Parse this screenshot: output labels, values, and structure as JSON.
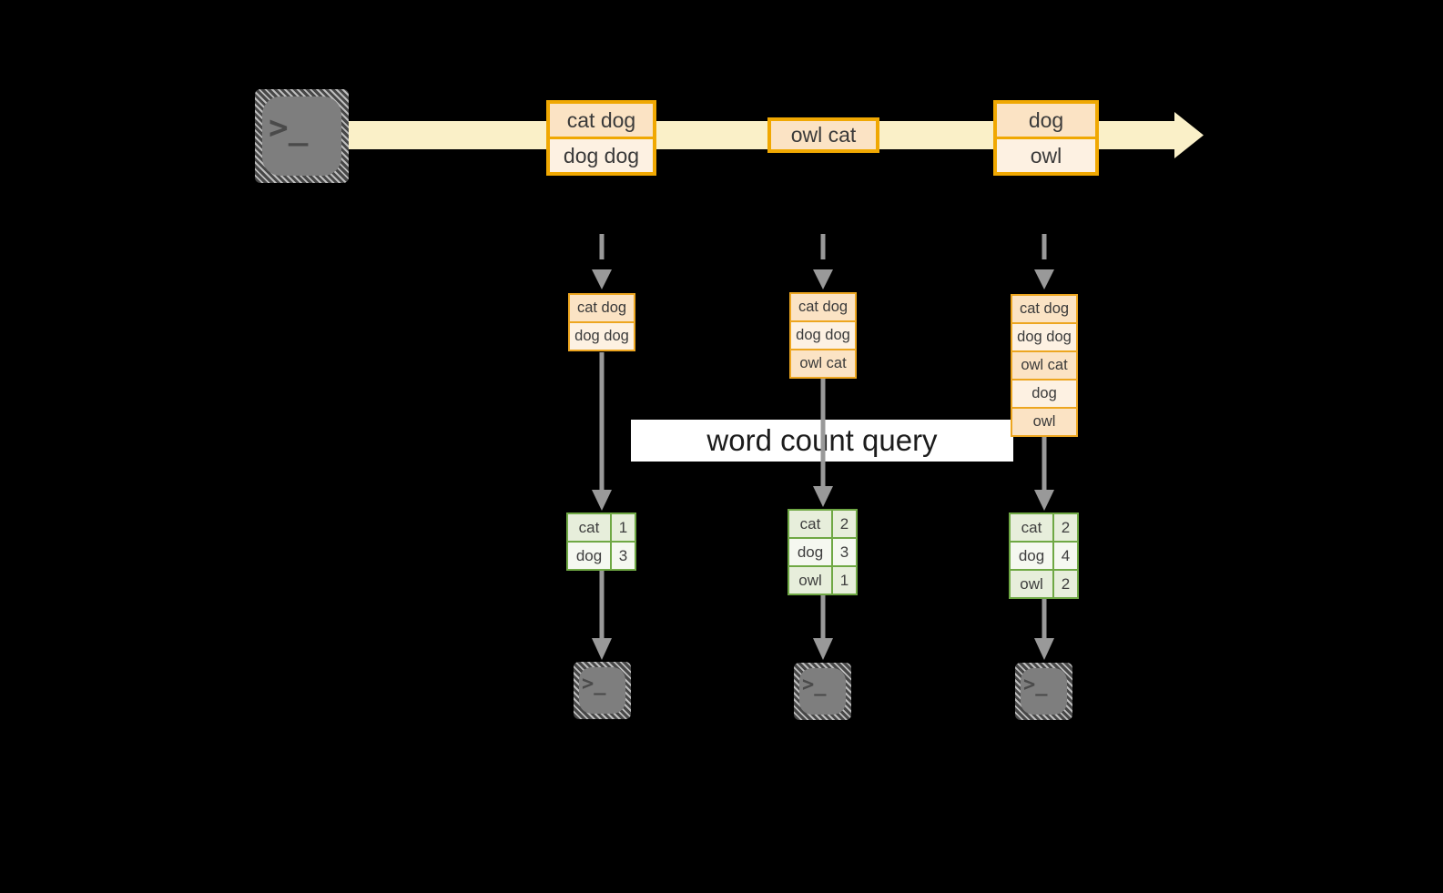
{
  "colors": {
    "background": "#000000",
    "stream_band": "#faf0c8",
    "event_border": "#f0a802",
    "event_fill_peach": "#fbe3c4",
    "event_fill_cream": "#fdf1e2",
    "table_border": "#6fa844",
    "table_fill_green": "#e7eedb",
    "table_fill_white": "#f5f8f0",
    "arrow_gray": "#999999",
    "label_background": "#ffffff",
    "text_dark": "#3a3a3a",
    "terminal_gray": "#7e7e7e"
  },
  "terminal": {
    "chevron": ">",
    "underscore": "_"
  },
  "query_label": "word count query",
  "stream_events": [
    {
      "lines": [
        "cat dog",
        "dog dog"
      ]
    },
    {
      "lines": [
        "owl cat"
      ]
    },
    {
      "lines": [
        "dog",
        "owl"
      ]
    }
  ],
  "columns": [
    {
      "state": [
        "cat dog",
        "dog dog"
      ],
      "counts": [
        {
          "word": "cat",
          "value": "1"
        },
        {
          "word": "dog",
          "value": "3"
        }
      ]
    },
    {
      "state": [
        "cat dog",
        "dog dog",
        "owl cat"
      ],
      "counts": [
        {
          "word": "cat",
          "value": "2"
        },
        {
          "word": "dog",
          "value": "3"
        },
        {
          "word": "owl",
          "value": "1"
        }
      ]
    },
    {
      "state": [
        "cat dog",
        "dog dog",
        "owl cat",
        "dog",
        "owl"
      ],
      "counts": [
        {
          "word": "cat",
          "value": "2"
        },
        {
          "word": "dog",
          "value": "4"
        },
        {
          "word": "owl",
          "value": "2"
        }
      ]
    }
  ]
}
